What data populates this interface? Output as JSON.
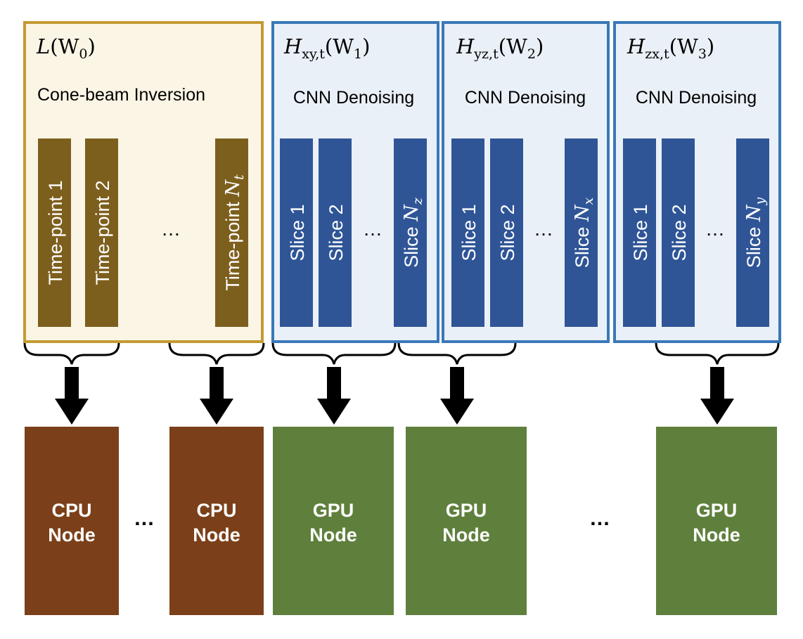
{
  "colors": {
    "cpu_panel_border": "#c49a33",
    "cpu_panel_fill": "#fbf5e5",
    "timepoint_bar": "#7d5f1d",
    "gpu_panel_border": "#3a78b8",
    "gpu_panel_fill": "#eaf0f7",
    "slice_bar": "#2f5597",
    "cpu_node": "#7b4019",
    "gpu_node": "#5f803c",
    "arrow": "#000000"
  },
  "panels": [
    {
      "title_main": "L",
      "title_arg": "(W",
      "title_arg_sub": "0",
      "title_close": ")",
      "subtitle": "Cone-beam Inversion",
      "bars": [
        "Time-point 1",
        "Time-point 2"
      ],
      "ellipsis": "…",
      "last_bar": "Time-point ",
      "last_bar_sym": "N",
      "last_bar_sub": "t"
    },
    {
      "title_main": "H",
      "title_sub": "xy,t",
      "title_arg": "(W",
      "title_arg_sub": "1",
      "title_close": ")",
      "subtitle": "CNN Denoising",
      "bars": [
        "Slice 1",
        "Slice 2"
      ],
      "ellipsis": "…",
      "last_bar": "Slice ",
      "last_bar_sym": "N",
      "last_bar_sub": "z"
    },
    {
      "title_main": "H",
      "title_sub": "yz,t",
      "title_arg": "(W",
      "title_arg_sub": "2",
      "title_close": ")",
      "subtitle": "CNN Denoising",
      "bars": [
        "Slice 1",
        "Slice 2"
      ],
      "ellipsis": "…",
      "last_bar": "Slice ",
      "last_bar_sym": "N",
      "last_bar_sub": "x"
    },
    {
      "title_main": "H",
      "title_sub": "zx,t",
      "title_arg": "(W",
      "title_arg_sub": "3",
      "title_close": ")",
      "subtitle": "CNN Denoising",
      "bars": [
        "Slice 1",
        "Slice 2"
      ],
      "ellipsis": "…",
      "last_bar": "Slice ",
      "last_bar_sym": "N",
      "last_bar_sub": "y"
    }
  ],
  "nodes": [
    {
      "type": "CPU",
      "line1": "CPU",
      "line2": "Node"
    },
    {
      "type": "CPU",
      "line1": "CPU",
      "line2": "Node"
    },
    {
      "type": "GPU",
      "line1": "GPU",
      "line2": "Node"
    },
    {
      "type": "GPU",
      "line1": "GPU",
      "line2": "Node"
    },
    {
      "type": "GPU",
      "line1": "GPU",
      "line2": "Node"
    }
  ],
  "node_ellipses": [
    "…",
    "…"
  ]
}
